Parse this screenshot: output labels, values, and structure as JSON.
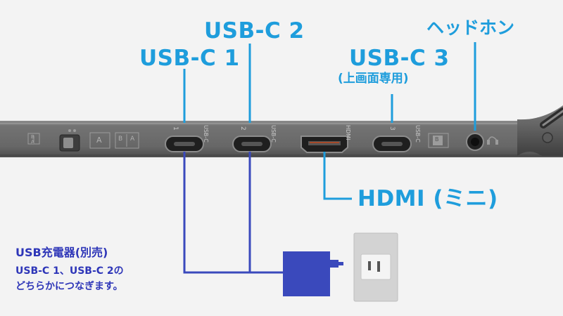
{
  "labels": {
    "usbc1": "USB-C 1",
    "usbc2": "USB-C 2",
    "usbc3": "USB-C 3",
    "usbc3_sub": "(上画面専用)",
    "headphone": "ヘッドホン",
    "hdmi": "HDMI (ミニ)"
  },
  "device_print": {
    "usbc1_num": "1",
    "usbc2_num": "2",
    "usbc3_num": "3",
    "usbc_text": "USB-C",
    "hdmi_text": "HDMI",
    "switch_b": "B",
    "switch_a": "A"
  },
  "note": {
    "line1": "USB充電器(別売)",
    "line2": "USB-C 1、USB-C 2の",
    "line3": "どちらかにつなぎます。"
  },
  "colors": {
    "accent": "#1e9ddc",
    "charger": "#3a49bc",
    "note_text": "#2e36b8",
    "device_body": "#6f6f6f"
  },
  "icons": [
    "usb-c-port",
    "hdmi-port",
    "headphone-jack",
    "slide-switch",
    "usb-charger",
    "power-outlet"
  ]
}
